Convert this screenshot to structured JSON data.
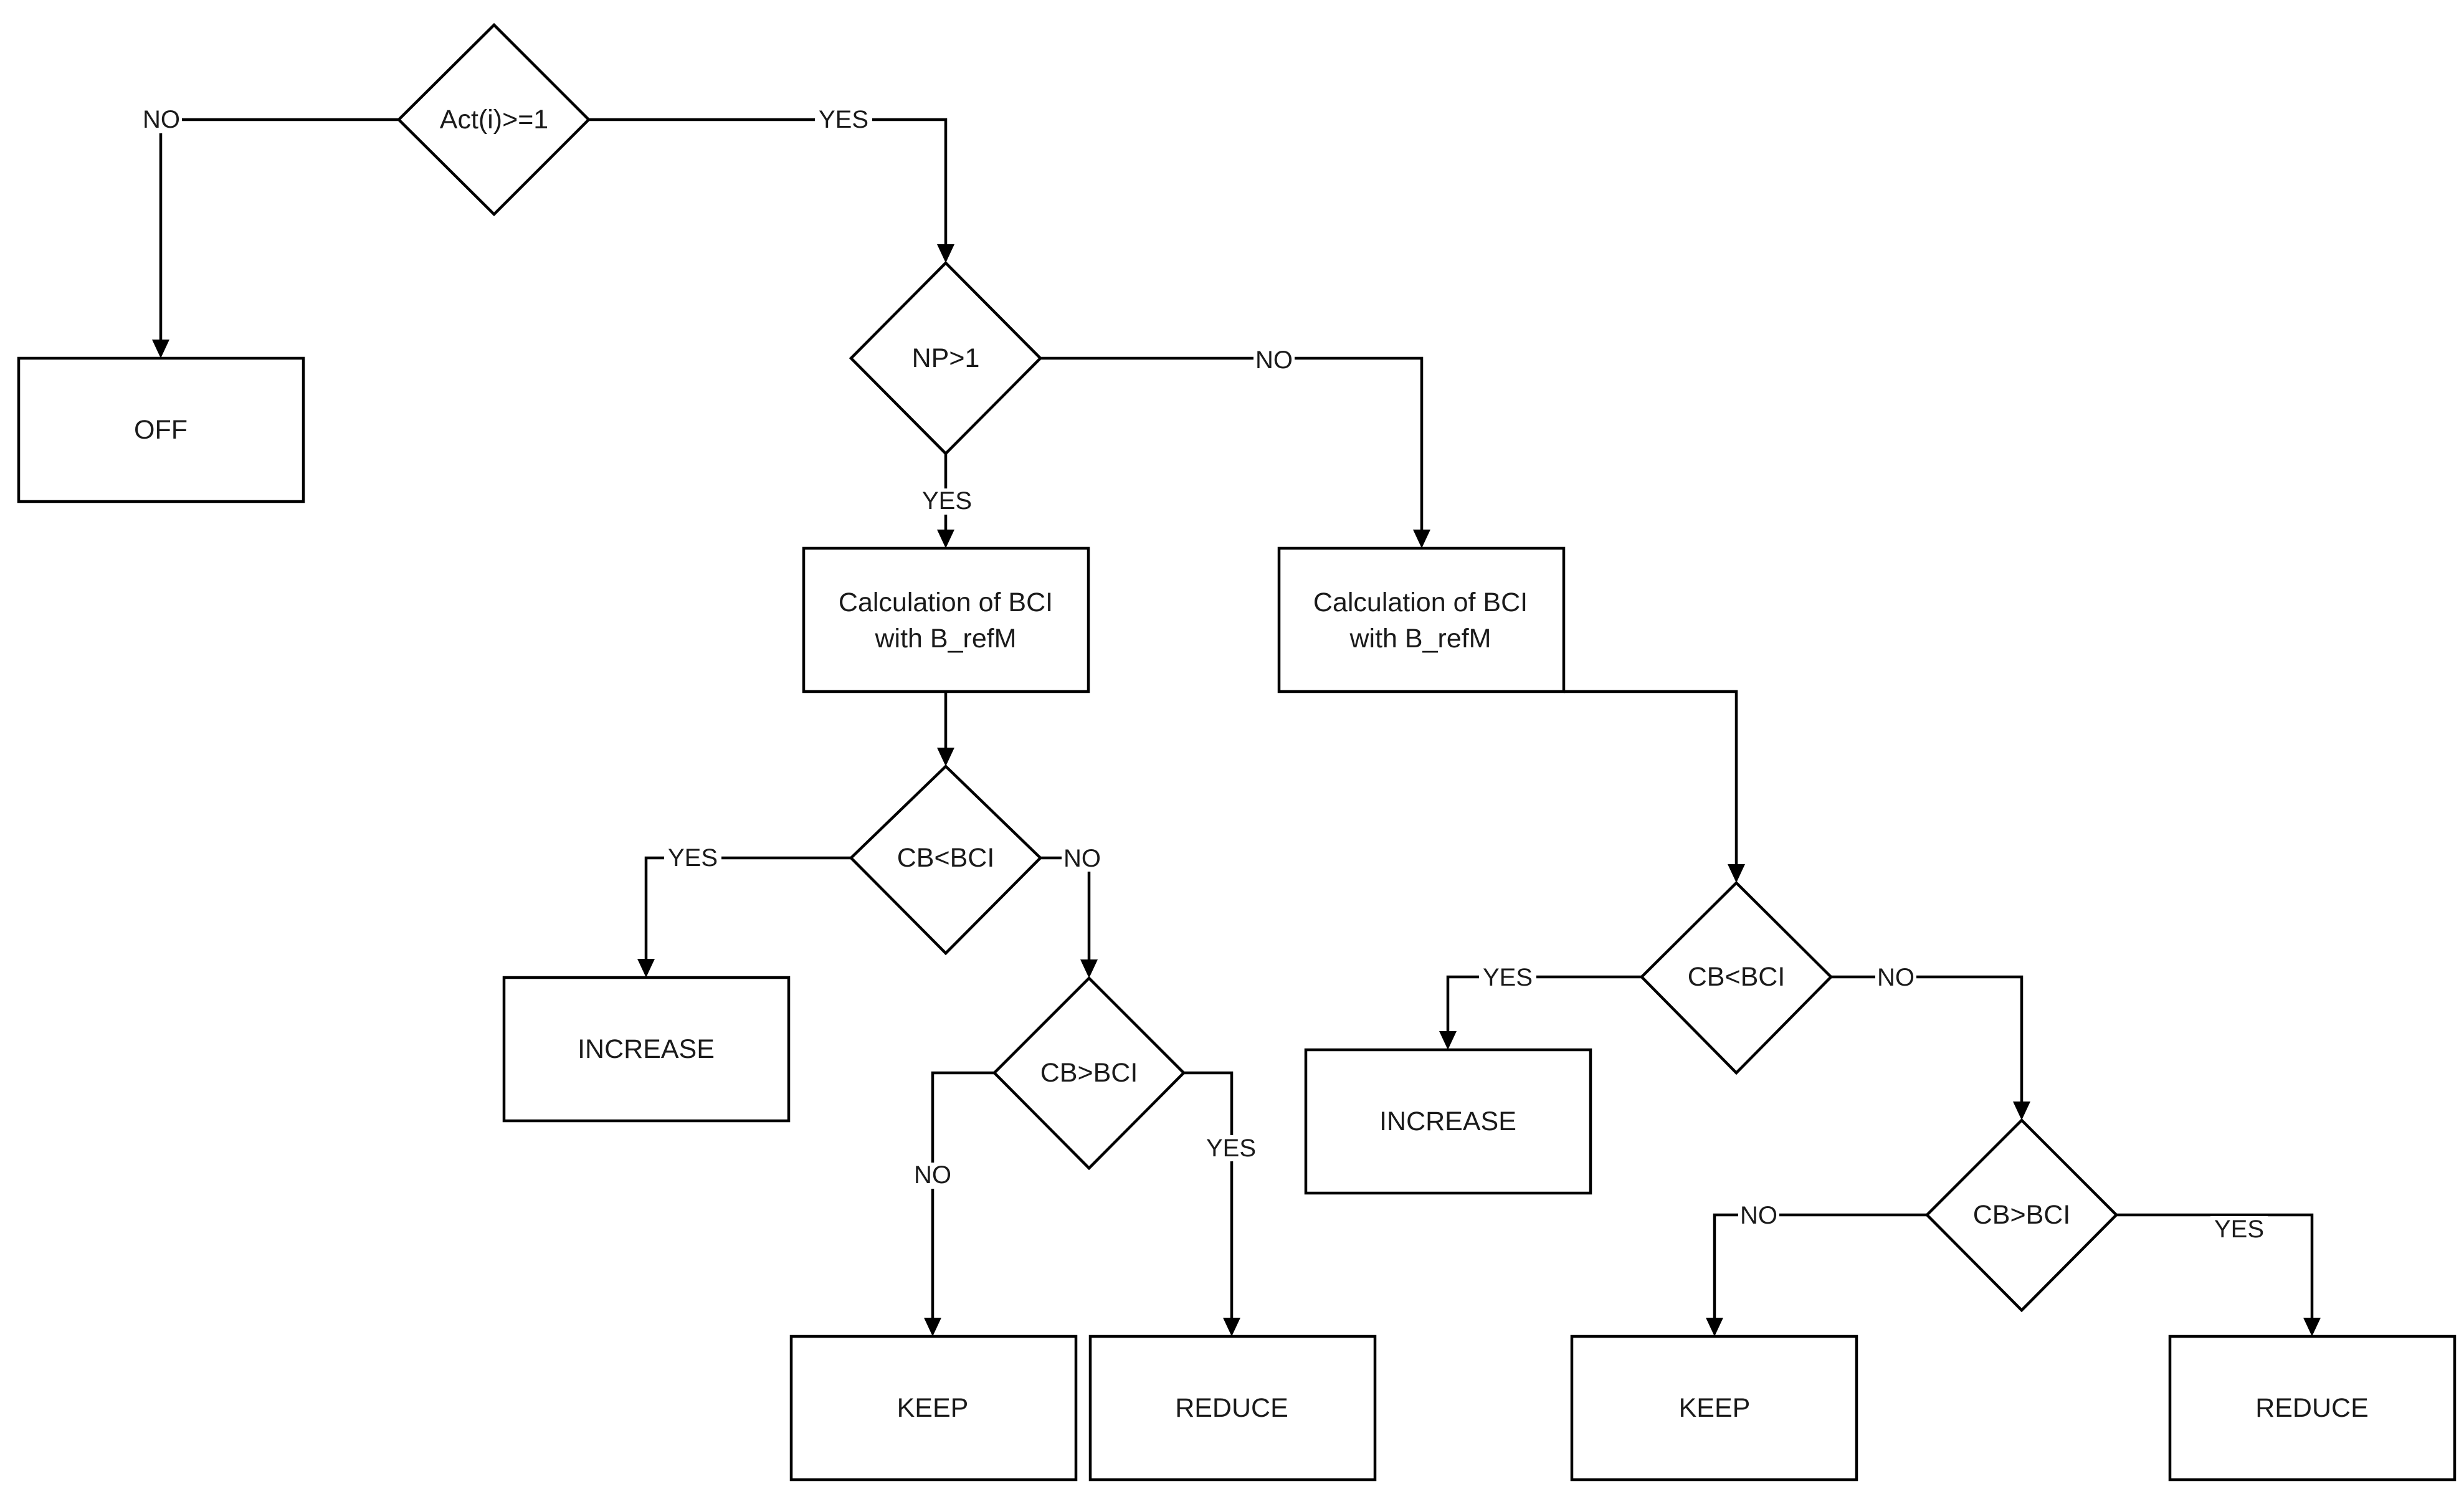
{
  "nodes": {
    "d_act": {
      "text": "Act(i)>=1"
    },
    "off": {
      "text": "OFF"
    },
    "d_np": {
      "text": "NP>1"
    },
    "calc_left": {
      "line1": "Calculation of BCI",
      "line2": "with B_refM"
    },
    "calc_right": {
      "line1": "Calculation of BCI",
      "line2": "with B_refM"
    },
    "d_cb_lt_left": {
      "text": "CB<BCI"
    },
    "increase_left": {
      "text": "INCREASE"
    },
    "d_cb_gt_left": {
      "text": "CB>BCI"
    },
    "keep_left": {
      "text": "KEEP"
    },
    "reduce_left": {
      "text": "REDUCE"
    },
    "d_cb_lt_right": {
      "text": "CB<BCI"
    },
    "increase_right": {
      "text": "INCREASE"
    },
    "d_cb_gt_right": {
      "text": "CB>BCI"
    },
    "keep_right": {
      "text": "KEEP"
    },
    "reduce_right": {
      "text": "REDUCE"
    }
  },
  "edges": {
    "act_no": "NO",
    "act_yes": "YES",
    "np_no": "NO",
    "np_yes": "YES",
    "cblt_left_yes": "YES",
    "cblt_left_no": "NO",
    "cbgt_left_no": "NO",
    "cbgt_left_yes": "YES",
    "cblt_right_yes": "YES",
    "cblt_right_no": "NO",
    "cbgt_right_no": "NO",
    "cbgt_right_yes": "YES"
  }
}
